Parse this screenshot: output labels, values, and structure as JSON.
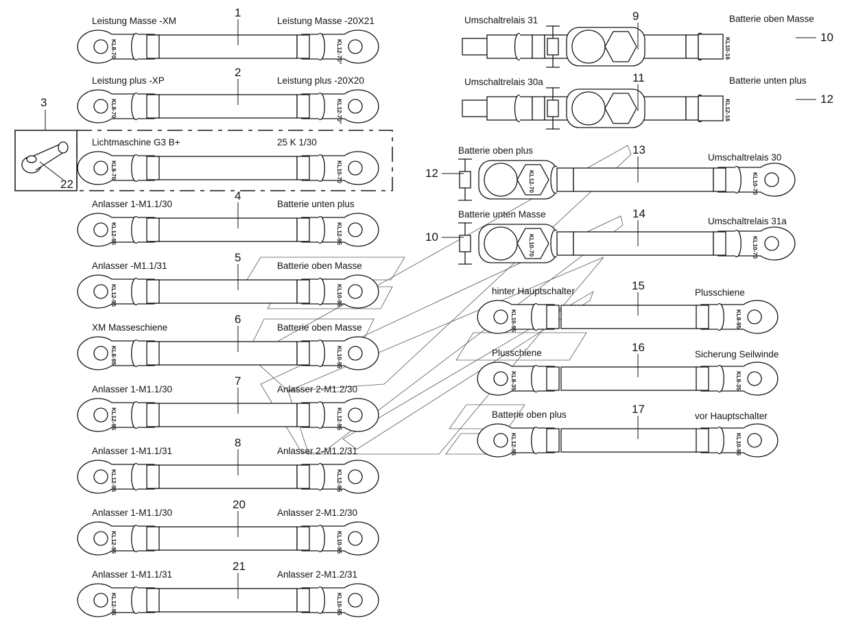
{
  "left_cables": [
    {
      "num": "1",
      "left_label": "Leistung Masse -XM",
      "right_label": "Leistung Masse -20X21",
      "left_code": "KL8-70",
      "right_code": "KL12-70°"
    },
    {
      "num": "2",
      "left_label": "Leistung plus -XP",
      "right_label": "Leistung plus -20X20",
      "left_code": "KL8-70",
      "right_code": "KL12-70°"
    },
    {
      "num": "",
      "left_label": "Lichtmaschine G3 B+",
      "right_label": "25 K 1/30",
      "left_code": "KL8-70",
      "right_code": "KL10-70"
    },
    {
      "num": "4",
      "left_label": "Anlasser 1-M1.1/30",
      "right_label": "Batterie unten plus",
      "left_code": "KL12-95",
      "right_code": "KL12-95"
    },
    {
      "num": "5",
      "left_label": "Anlasser -M1.1/31",
      "right_label": "Batterie oben Masse",
      "left_code": "KL12-95",
      "right_code": "KL10-95"
    },
    {
      "num": "6",
      "left_label": "XM Masseschiene",
      "right_label": "Batterie oben Masse",
      "left_code": "KL8-95",
      "right_code": "KL10-95"
    },
    {
      "num": "7",
      "left_label": "Anlasser 1-M1.1/30",
      "right_label": "Anlasser 2-M1.2/30",
      "left_code": "KL12-95",
      "right_code": "KL12-95"
    },
    {
      "num": "8",
      "left_label": "Anlasser 1-M1.1/31",
      "right_label": "Anlasser 2-M1.2/31",
      "left_code": "KL12-95",
      "right_code": "KL12-95"
    },
    {
      "num": "20",
      "left_label": "Anlasser 1-M1.1/30",
      "right_label": "Anlasser 2-M1.2/30",
      "left_code": "KL12-95",
      "right_code": "KL10-95"
    },
    {
      "num": "21",
      "left_label": "Anlasser 1-M1.1/31",
      "right_label": "Anlasser 2-M1.2/31",
      "left_code": "KL12-95",
      "right_code": "KL10-95"
    }
  ],
  "relay_cables": [
    {
      "num": "9",
      "left_label": "Umschaltrelais 31",
      "right_label": "Batterie oben Masse",
      "code": "KL10-16",
      "clamp_num": "10"
    },
    {
      "num": "11",
      "left_label": "Umschaltrelais 30a",
      "right_label": "Batterie unten plus",
      "code": "KL12-16",
      "clamp_num": "12"
    }
  ],
  "battery_cables": [
    {
      "num": "13",
      "left_label": "Batterie oben plus",
      "right_label": "Umschaltrelais 30",
      "left_code": "KL12-70",
      "right_code": "KL10-70",
      "clamp_num": "12"
    },
    {
      "num": "14",
      "left_label": "Batterie unten Masse",
      "right_label": "Umschaltrelais 31a",
      "left_code": "KL10-70",
      "right_code": "KL10-70",
      "clamp_num": "10"
    }
  ],
  "right_cables": [
    {
      "num": "15",
      "left_label": "hinter Hauptschalter",
      "right_label": "Plusschiene",
      "left_code": "KL10-95",
      "right_code": "KL8-95"
    },
    {
      "num": "16",
      "left_label": "Plusschiene",
      "right_label": "Sicherung Seilwinde",
      "left_code": "KL8-35",
      "right_code": "KL8-35"
    },
    {
      "num": "17",
      "left_label": "Batterie oben plus",
      "right_label": "vor Hauptschalter",
      "left_code": "KL12-95",
      "right_code": "KL10-95"
    }
  ],
  "detail": {
    "num": "3",
    "sub_num": "22"
  }
}
